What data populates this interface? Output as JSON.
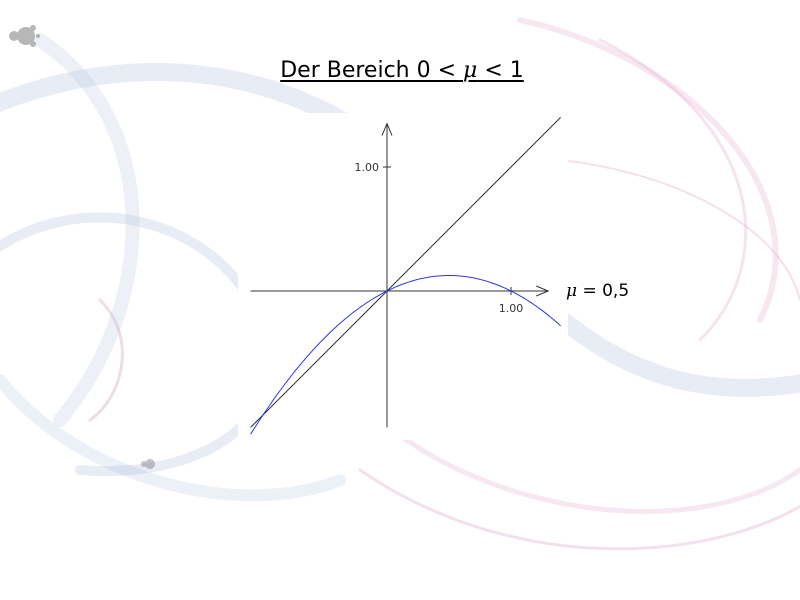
{
  "slide": {
    "title_prefix": "Der Bereich 0 < ",
    "title_mu": "μ",
    "title_suffix": " < 1",
    "param_mu": "μ",
    "param_value": " = 0,5"
  },
  "colors": {
    "curve": "#3333ee",
    "diagonal": "#333333",
    "axes": "#333333",
    "swirl_blue": "#9fb3d6",
    "swirl_pink": "#e8b9d6"
  },
  "chart_data": {
    "type": "line",
    "xlim": [
      -1.1,
      1.4
    ],
    "ylim": [
      -1.1,
      1.35
    ],
    "grid": false,
    "legend": "none",
    "x_ticks": [
      {
        "value": 1.0,
        "label": "1.00"
      }
    ],
    "y_ticks": [
      {
        "value": 1.0,
        "label": "1.00"
      }
    ],
    "series": [
      {
        "kind": "identity",
        "formula": "y = x",
        "color": "#333333"
      },
      {
        "kind": "logistic",
        "mu": 0.5,
        "formula": "y = mu * x * (1 - x)",
        "xrange": [
          -1.1,
          1.4
        ],
        "color": "#3333ee"
      }
    ]
  }
}
